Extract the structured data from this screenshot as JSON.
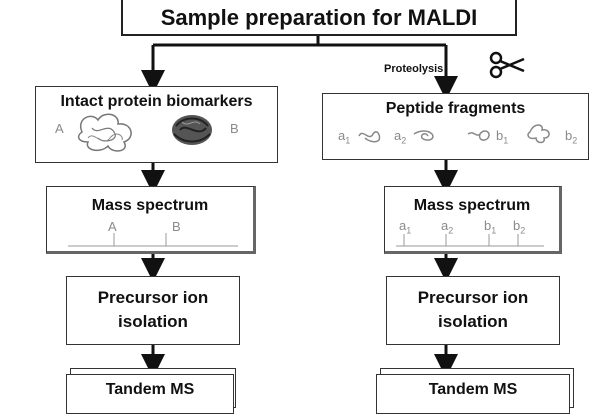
{
  "title": "Sample preparation for MALDI",
  "proteolysis_label": "Proteolysis",
  "scissors_icon": "scissors",
  "left": {
    "intact_title": "Intact protein biomarkers",
    "protein_a": "A",
    "protein_b": "B",
    "mass_spectrum": "Mass spectrum",
    "peak_a": "A",
    "peak_b": "B",
    "precursor_line1": "Precursor ion",
    "precursor_line2": "isolation",
    "tandem": "Tandem MS"
  },
  "right": {
    "peptide_title": "Peptide fragments",
    "fragments": [
      {
        "letter": "a",
        "sub": "1"
      },
      {
        "letter": "a",
        "sub": "2"
      },
      {
        "letter": "b",
        "sub": "1"
      },
      {
        "letter": "b",
        "sub": "2"
      }
    ],
    "mass_spectrum": "Mass spectrum",
    "peaks": [
      {
        "letter": "a",
        "sub": "1"
      },
      {
        "letter": "a",
        "sub": "2"
      },
      {
        "letter": "b",
        "sub": "1"
      },
      {
        "letter": "b",
        "sub": "2"
      }
    ],
    "precursor_line1": "Precursor ion",
    "precursor_line2": "isolation",
    "tandem": "Tandem MS"
  }
}
